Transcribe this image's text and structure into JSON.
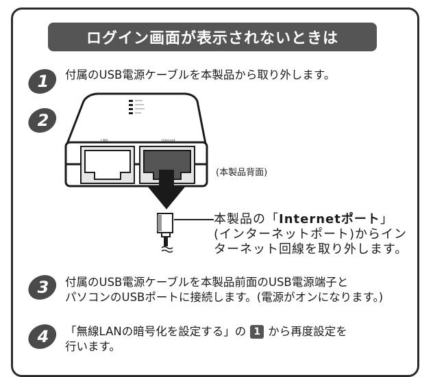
{
  "title": "ログイン画面が表示されないときは",
  "steps": [
    {
      "number": "1",
      "text": "付属のUSB電源ケーブルを本製品から取り外します。"
    },
    {
      "number": "2",
      "text": ""
    },
    {
      "number": "3",
      "line1": "付属のUSB電源ケーブルを本製品前面のUSB電源端子と",
      "line2": "パソコンのUSBポートに接続します。(電源がオンになります。)"
    },
    {
      "number": "4",
      "line1_a": "「無線LANの暗号化を設定する」の",
      "ref": "1",
      "line1_b": "から再度設定を",
      "line2": "行います。"
    }
  ],
  "device": {
    "port_left_label": "LAN",
    "port_right_label": "Internet",
    "caption": "(本製品背面)"
  },
  "callout": {
    "line1_prefix": "本製品の「",
    "line1_bold": "Internetポート",
    "line1_suffix": "」",
    "line2": "(インターネットポート)からイン",
    "line3": "ターネット回線を取り外します。"
  },
  "colors": {
    "banner": "#555555",
    "border": "#2a2a2a",
    "badge": "#4a4a4a",
    "ref_box": "#555555"
  }
}
